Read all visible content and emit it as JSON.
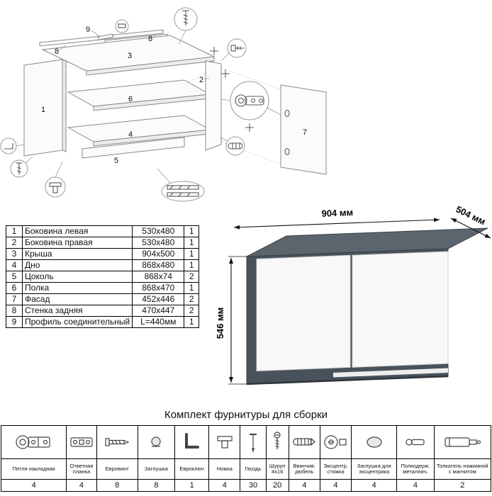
{
  "diagram": {
    "labels": [
      "9",
      "8",
      "8",
      "3",
      "1",
      "6",
      "2",
      "4",
      "5",
      "7"
    ]
  },
  "parts_table": {
    "rows": [
      {
        "num": "1",
        "name": "Боковина левая",
        "size": "530x480",
        "qty": "1"
      },
      {
        "num": "2",
        "name": "Боковина правая",
        "size": "530x480",
        "qty": "1"
      },
      {
        "num": "3",
        "name": "Крыша",
        "size": "904x500",
        "qty": "1"
      },
      {
        "num": "4",
        "name": "Дно",
        "size": "868x480",
        "qty": "1"
      },
      {
        "num": "5",
        "name": "Цоколь",
        "size": "868x74",
        "qty": "2"
      },
      {
        "num": "6",
        "name": "Полка",
        "size": "868x470",
        "qty": "1"
      },
      {
        "num": "7",
        "name": "Фасад",
        "size": "452x446",
        "qty": "2"
      },
      {
        "num": "8",
        "name": "Стенка задняя",
        "size": "470x447",
        "qty": "2"
      },
      {
        "num": "9",
        "name": "Профиль соединительный",
        "size": "L=440мм",
        "qty": "1"
      }
    ]
  },
  "product": {
    "width_label": "904 мм",
    "depth_label": "504 мм",
    "height_label": "546 мм",
    "colors": {
      "top_face": "#5c656e",
      "front_carcass": "#49525b",
      "door": "#f8f8f8",
      "base_shadow": "#2e343a"
    }
  },
  "hardware": {
    "title": "Комплект фурнитуры для сборки",
    "items": [
      {
        "name": "Петля накладная",
        "icon": "hinge-icon",
        "qty": "4"
      },
      {
        "name": "Ответная планка",
        "icon": "plate-icon",
        "qty": "4"
      },
      {
        "name": "Евровинт",
        "icon": "euroscrew-icon",
        "qty": "8"
      },
      {
        "name": "Заглушка",
        "icon": "cap-icon",
        "qty": "8"
      },
      {
        "name": "Евроключ",
        "icon": "hexkey-icon",
        "qty": "1"
      },
      {
        "name": "Ножка",
        "icon": "leg-icon",
        "qty": "4"
      },
      {
        "name": "Гвоздь",
        "icon": "nail-icon",
        "qty": "30"
      },
      {
        "name": "Шуруп 4x16",
        "icon": "screw-icon",
        "qty": "20"
      },
      {
        "name": "Ввинчив. дюбель",
        "icon": "dowel-icon",
        "qty": "4"
      },
      {
        "name": "Эксцентр. стяжка",
        "icon": "eccentric-icon",
        "qty": "4"
      },
      {
        "name": "Заглушка для эксцентрика",
        "icon": "round-cap-icon",
        "qty": "4"
      },
      {
        "name": "Полкодерж. металлич.",
        "icon": "shelf-pin-icon",
        "qty": "4"
      },
      {
        "name": "Толкатель нажимной с магнитом",
        "icon": "push-latch-icon",
        "qty": "2"
      }
    ]
  }
}
